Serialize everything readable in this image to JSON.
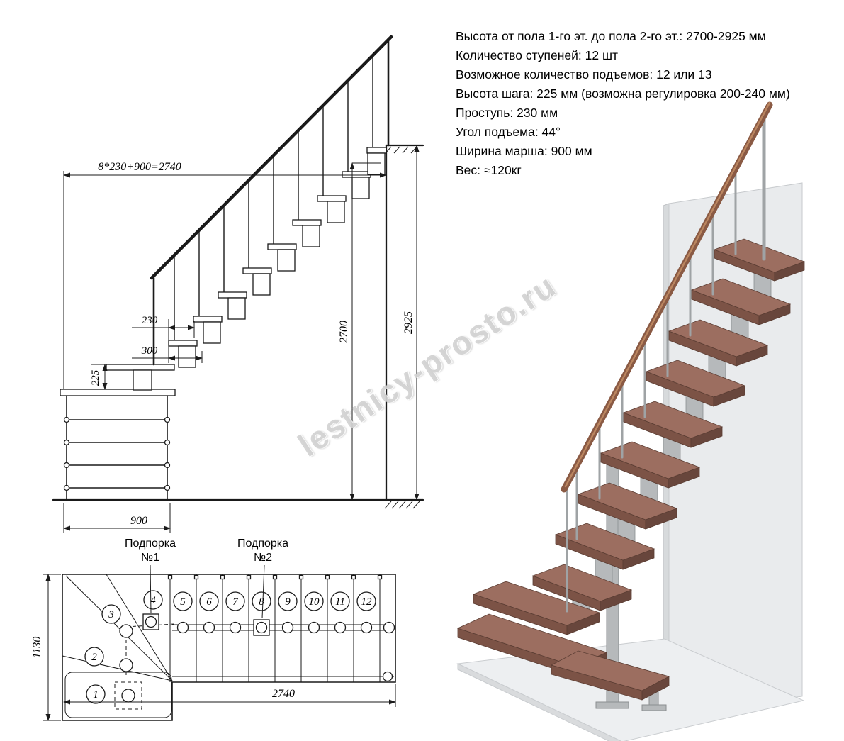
{
  "specs": {
    "lines": [
      "Высота от пола 1-го эт. до пола 2-го эт.: 2700-2925 мм",
      "Количество ступеней: 12 шт",
      "Возможное количество подъемов: 12 или 13",
      "Высота шага: 225 мм (возможна регулировка 200-240 мм)",
      "Проступь: 230 мм",
      "Угол подъема: 44°",
      "Ширина марша: 900 мм",
      "Вес: ≈120кг"
    ]
  },
  "elevation": {
    "dim_total_run": "8*230+900=2740",
    "dim_height_max": "2925",
    "dim_height_min": "2700",
    "dim_tread_depth": "230",
    "dim_module_pitch": "300",
    "dim_step_rise": "225",
    "dim_flight_width": "900"
  },
  "plan": {
    "dim_width": "1130",
    "dim_length": "2740",
    "support1": {
      "line1": "Подпорка",
      "line2": "№1"
    },
    "support2": {
      "line1": "Подпорка",
      "line2": "№2"
    },
    "steps": [
      "1",
      "2",
      "3",
      "4",
      "5",
      "6",
      "7",
      "8",
      "9",
      "10",
      "11",
      "12"
    ]
  },
  "watermark": {
    "text": "lestnicy-prosto.ru"
  },
  "colors": {
    "tread_wood": "#9c6e60",
    "handrail_wood": "#8a5a44",
    "metal_frame": "#b6b9bb",
    "wall": "#e9ebed",
    "drawing_line": "#1a1a1a"
  }
}
